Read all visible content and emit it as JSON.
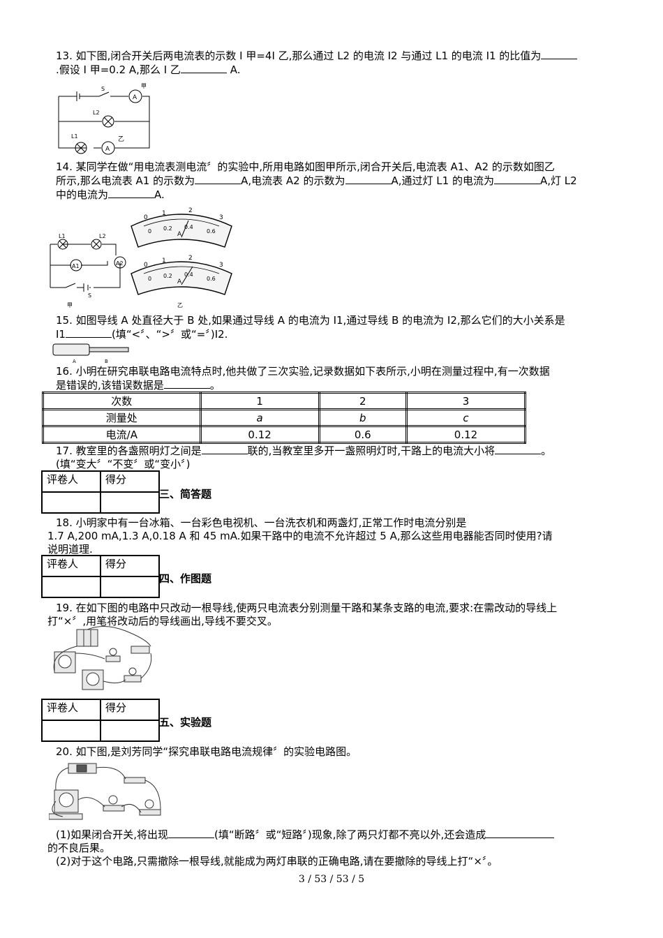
{
  "q13": {
    "line1": "13. 如下图,闭合开关后两电流表的示数 I 甲=4I 乙,那么通过 L2 的电流 I2 与通过 L1 的电流 I1 的比值为",
    "line2a": ".假设 I 甲=0.2 A,那么 I 乙",
    "line2b": " A.",
    "fig_labels": {
      "s": "S",
      "jia": "甲",
      "l1": "L1",
      "l2": "L2",
      "a": "A",
      "yi": "乙"
    }
  },
  "q14": {
    "line1": "14. 某同学在做“用电流表测电流〞的实验中,所用电路如图甲所示,闭合开关后,电流表 A1、A2 的示数如图乙",
    "line2a": "所示,那么电流表 A1 的示数为",
    "line2b": "A,电流表 A2 的示数为",
    "line2c": "A,通过灯 L1 的电流为",
    "line2d": "A,灯 L2",
    "line3a": "中的电流为",
    "line3b": "A.",
    "fig_labels": {
      "l1": "L1",
      "l2": "L2",
      "a1": "A1",
      "a2": "A2",
      "s": "S",
      "jia": "甲",
      "yi": "乙"
    },
    "meter": {
      "scale_top": [
        "0",
        "1",
        "2",
        "3"
      ],
      "scale_bottom": [
        "0",
        "0.2",
        "0.4",
        "0.6"
      ],
      "unit": "A"
    }
  },
  "q15": {
    "line1": "15. 如图导线 A 处直径大于 B 处,如果通过导线 A 的电流为 I1,通过导线 B 的电流为 I2,那么它们的大小关系是",
    "line2a": "I1",
    "line2b": "(填“<〞、“>〞或“=〞)I2.",
    "fig_labels": {
      "a": "A",
      "b": "B"
    }
  },
  "q16": {
    "line1": "16. 小明在研究串联电路电流特点时,他共做了三次实验,记录数据如下表所示,小明在测量过程中,有一次数据",
    "line2a": "是错误的,该错误数据是",
    "line2b": "。",
    "table": [
      [
        "次数",
        "1",
        "2",
        "3"
      ],
      [
        "测量处",
        "a",
        "b",
        "c"
      ],
      [
        "电流/A",
        "0.12",
        "0.6",
        "0.12"
      ]
    ]
  },
  "q17": {
    "line1a": "17. 教室里的各盏照明灯之间是",
    "line1b": "联的,当教室里多开一盏照明灯时,干路上的电流大小将",
    "line1c": "。",
    "line2": "(填“变大〞“不变〞或“变小〞)"
  },
  "score_box": {
    "reviewer": "评卷人",
    "score": "得分"
  },
  "sections": {
    "s3": "三、简答题",
    "s4": "四、作图题",
    "s5": "五、实验题"
  },
  "q18": {
    "line1": "18. 小明家中有一台冰箱、一台彩色电视机、一台洗衣机和两盏灯,正常工作时电流分别是",
    "line2": "1.7 A,200 mA,1.3 A,0.18 A 和 45 mA.如果干路中的电流不允许超过 5 A,那么这些用电器能否同时使用?请",
    "line3": "说明道理."
  },
  "q19": {
    "line1": "19. 在如下图的电路中只改动一根导线,使两只电流表分别测量干路和某条支路的电流,要求:在需改动的导线上",
    "line2": "打“×〞,用笔将改动后的导线画出,导线不要交叉。"
  },
  "q20": {
    "line1": "20. 如下图,是刘芳同学“探究串联电路电流规律〞的实验电路图。",
    "p1a": "(1)如果闭合开关,将出现",
    "p1b": "(填“断路〞或“短路〞)现象,除了两只灯都不亮以外,还会造成",
    "p1c": "的不良后果。",
    "p2": "(2)对于这个电路,只需撤除一根导线,就能成为两灯串联的正确电路,请在要撤除的导线上打“×〞。"
  },
  "footer": "3 / 53 / 53 / 5"
}
